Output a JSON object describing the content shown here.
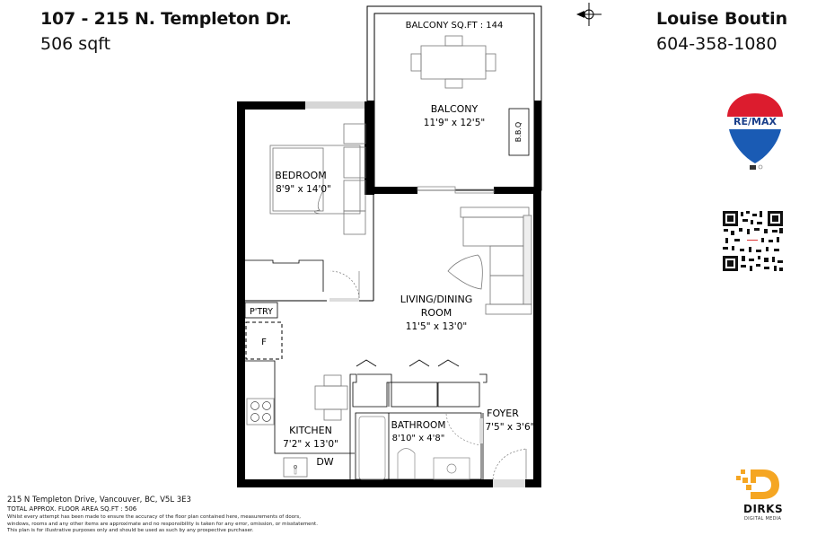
{
  "header": {
    "title": "107 - 215 N. Templeton Dr.",
    "subtitle": "506 sqft"
  },
  "agent": {
    "name": "Louise Boutin",
    "phone": "604-358-1080"
  },
  "compass": {
    "icon": "north-arrow-icon"
  },
  "rooms": {
    "balcony_sqft": "BALCONY SQ.FT : 144",
    "balcony": {
      "label": "BALCONY",
      "dims": "11'9\" x 12'5\""
    },
    "bbq": "B.B.Q",
    "bedroom": {
      "label": "BEDROOM",
      "dims": "8'9\" x 14'0\""
    },
    "living": {
      "label1": "LIVING/DINING",
      "label2": "ROOM",
      "dims": "11'5\" x 13'0\""
    },
    "pantry": "P'TRY",
    "fridge": "F",
    "kitchen": {
      "label": "KITCHEN",
      "dims": "7'2\" x 13'0\""
    },
    "dishwasher": "DW",
    "bathroom": {
      "label": "BATHROOM",
      "dims": "8'10\" x 4'8\""
    },
    "foyer": {
      "label": "FOYER",
      "dims": "7'5\" x 3'6\""
    }
  },
  "footer": {
    "address": "215 N Templeton Drive, Vancouver, BC, V5L 3E3",
    "total_area": "TOTAL APPROX. FLOOR AREA SQ.FT : 506",
    "disclaimer1": "Whilst every attempt has been made to ensure the accuracy of the floor plan contained here, measurements of doors,",
    "disclaimer2": "windows, rooms and any other items are approximate and no responsibility is taken for any error, omission, or misstatement.",
    "disclaimer3": "This plan is for illustrative purposes only and should be used as such by any prospective purchaser."
  },
  "brand": {
    "remax": "RE/MAX",
    "dirks": "DIRKS",
    "dirks_sub": "DIGITAL MEDIA"
  },
  "colors": {
    "wall": "#000000",
    "remax_red": "#dc1c2e",
    "remax_blue": "#1a5bb4",
    "dirks_orange": "#f5a623"
  }
}
